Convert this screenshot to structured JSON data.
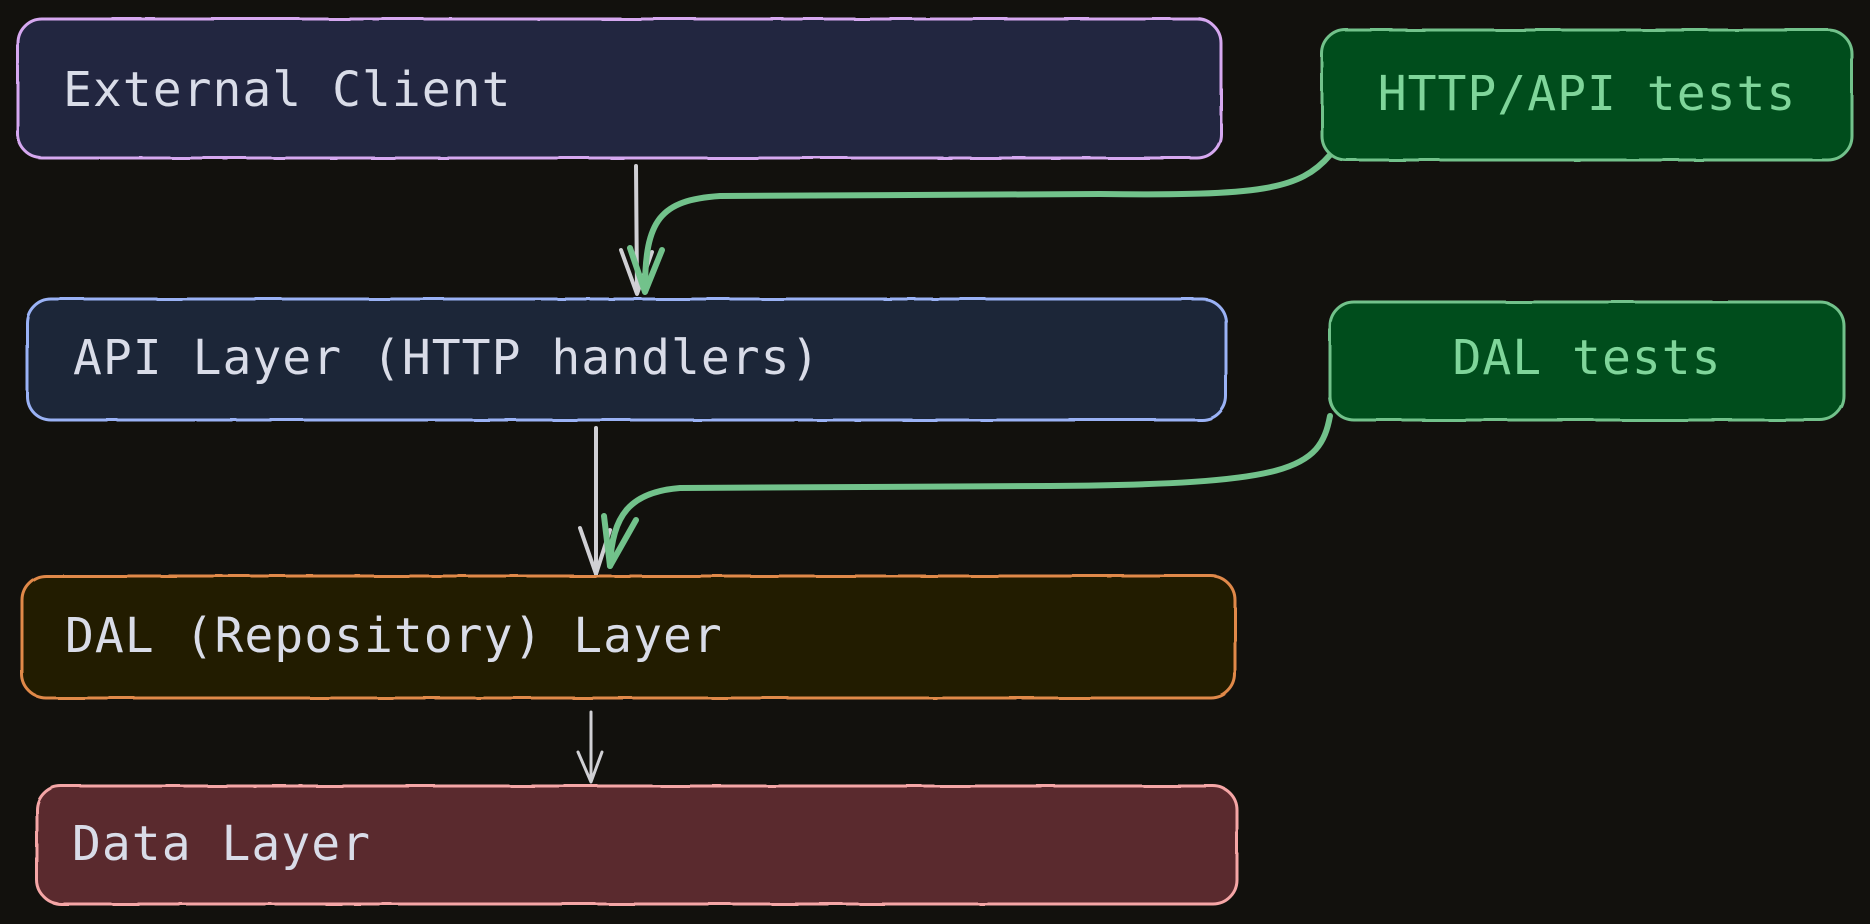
{
  "diagram": {
    "layers": [
      {
        "id": "external-client",
        "label": "External Client",
        "stroke": "#d6a8f0",
        "fill": "#222640",
        "text_color": "#d9dce8"
      },
      {
        "id": "api-layer",
        "label": "API Layer (HTTP handlers)",
        "stroke": "#9ab2f5",
        "fill": "#1a2638",
        "text_color": "#d9dce8"
      },
      {
        "id": "dal-layer",
        "label": "DAL (Repository) Layer",
        "stroke": "#e0894a",
        "fill": "#221b06",
        "text_color": "#d9dce8"
      },
      {
        "id": "data-layer",
        "label": "Data Layer",
        "stroke": "#f5a6a6",
        "fill": "#5a2a2d",
        "text_color": "#d9dce8"
      }
    ],
    "tests": [
      {
        "id": "http-api-tests",
        "label": "HTTP/API tests",
        "stroke": "#72c28b",
        "fill": "#044d1c",
        "text_color": "#7fd59a",
        "targets": "api-layer"
      },
      {
        "id": "dal-tests",
        "label": "DAL tests",
        "stroke": "#72c28b",
        "fill": "#044d1c",
        "text_color": "#7fd59a",
        "targets": "dal-layer"
      }
    ],
    "background": "#12110d",
    "arrow_color": "#d0d0d4",
    "test_arrow_color": "#72c28b"
  }
}
